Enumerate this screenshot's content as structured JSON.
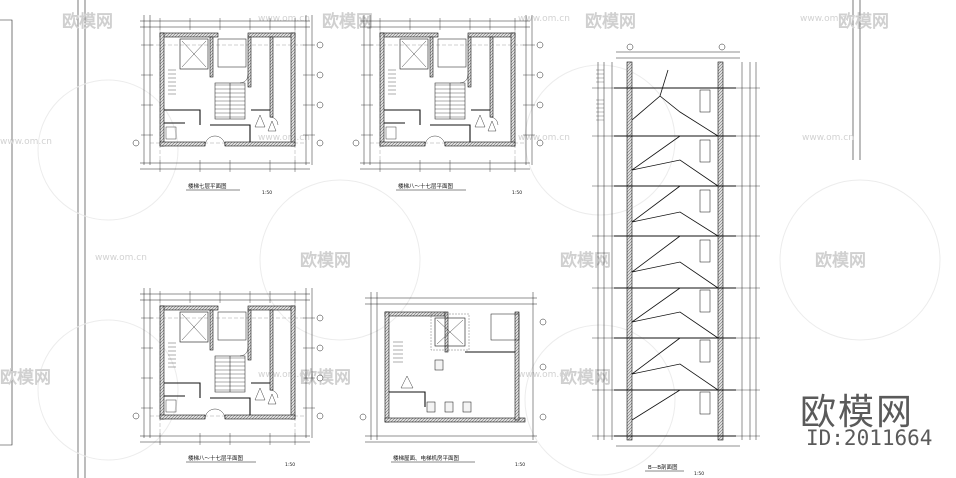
{
  "watermark": {
    "brand_text": "欧模网",
    "url_text": "www.om.cn"
  },
  "drawings": {
    "plan_tl": {
      "caption": "楼梯七层平面图",
      "scale": "1:50"
    },
    "plan_tr": {
      "caption": "楼梯八～十七层平面图",
      "scale": "1:50"
    },
    "plan_bl": {
      "caption": "楼梯八～十七层平面图",
      "scale": "1:50"
    },
    "plan_br": {
      "caption": "楼梯屋面、电梯机房平面图",
      "scale": "1:50"
    },
    "section": {
      "caption": "B—B剖面图",
      "scale": "1:50"
    }
  },
  "stamp": {
    "brand": "欧模网",
    "id": "ID:2011664"
  }
}
